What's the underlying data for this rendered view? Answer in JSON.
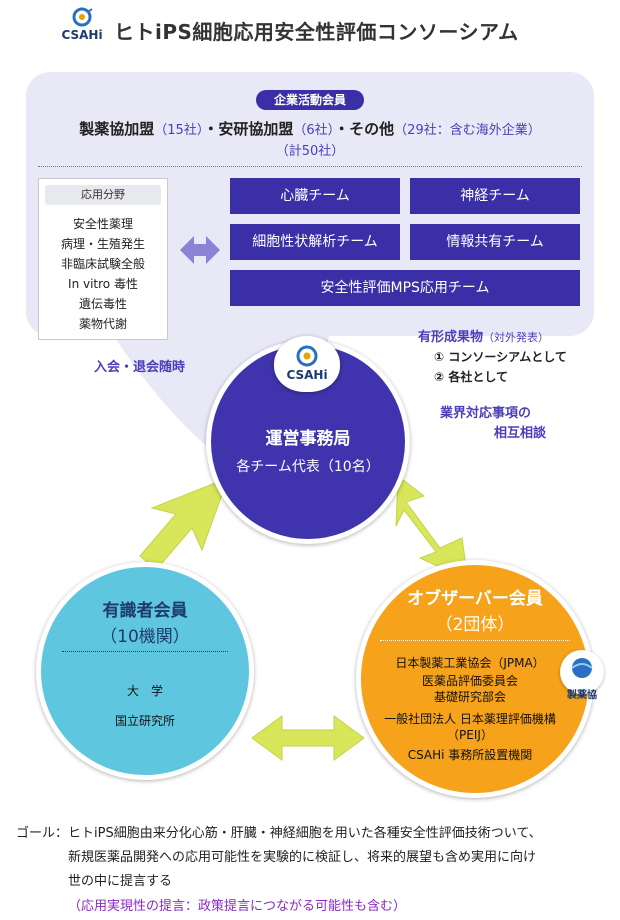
{
  "header": {
    "logo_text": "CSAHi",
    "title": "ヒトiPS細胞応用安全性評価コンソーシアム"
  },
  "corporate": {
    "tag": "企業活動会員",
    "groups": [
      {
        "name": "製薬協加盟",
        "count": "（15社）"
      },
      {
        "name": "安研協加盟",
        "count": "（6社）"
      },
      {
        "name": "その他",
        "count": "（29社：含む海外企業）"
      }
    ],
    "separator": "・",
    "total": "（計50社）"
  },
  "fields": {
    "heading": "応用分野",
    "items": [
      "安全性薬理",
      "病理・生殖発生",
      "非臨床試験全般",
      "In vitro 毒性",
      "遺伝毒性",
      "薬物代謝"
    ]
  },
  "teams": [
    "心臓チーム",
    "神経チーム",
    "細胞性状解析チーム",
    "情報共有チーム",
    "安全性評価MPS応用チーム"
  ],
  "join_text": "入会・退会随時",
  "outputs": {
    "title": "有形成果物",
    "sub": "（対外発表）",
    "items": [
      "① コンソーシアムとして",
      "② 各社として"
    ]
  },
  "industry": [
    "業界対応事項の",
    "相互相談"
  ],
  "office": {
    "logo_text": "CSAHi",
    "title": "運営事務局",
    "sub": "各チーム代表（10名）"
  },
  "experts": {
    "title": "有識者会員",
    "count": "（10機関）",
    "items": [
      "大　学",
      "国立研究所"
    ]
  },
  "observers": {
    "title": "オブザーバー会員",
    "count": "（2団体）",
    "items": [
      "日本製薬工業協会（JPMA）",
      "医薬品評価委員会",
      "基礎研究部会",
      "一般社団法人 日本薬理評価機構",
      "（PEIJ）",
      "CSAHi 事務所設置機関"
    ],
    "badge": "製薬協"
  },
  "goal": {
    "label": "ゴール：",
    "lines": [
      "ヒトiPS細胞由来分化心筋・肝臓・神経細胞を用いた各種安全性評価技術ついて、",
      "新規医薬品開発への応用可能性を実験的に検証し、将来的展望も含め実用に向け",
      "世の中に提言する"
    ],
    "note": "（応用実現性の提言：政策提言につながる可能性も含む）"
  },
  "colors": {
    "navy": "#3b2fa8",
    "panel": "#e9e8f7",
    "cyan": "#5fc6e0",
    "orange": "#f6a21a",
    "arrow": "#d8e65a",
    "accent_text": "#4b3fb8",
    "note": "#8a2bc2"
  }
}
